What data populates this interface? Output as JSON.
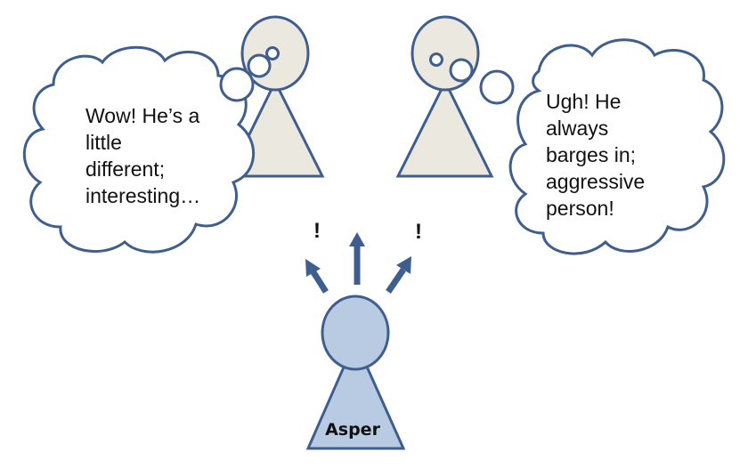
{
  "left_thought": {
    "text": "Wow! He’s a\nlittle\ndifferent;\ninteresting…"
  },
  "right_thought": {
    "text": "Ugh! He\nalways\nbarges in;\naggressive\nperson!"
  },
  "reactions": {
    "left_mark": "!",
    "right_mark": "!"
  },
  "main_figure": {
    "label": "Asper"
  },
  "colors": {
    "outline": "#3f5e8e",
    "observer_fill": "#ebe8e0",
    "asper_fill": "#b9cbe3",
    "bubble_fill": "#ffffff"
  }
}
